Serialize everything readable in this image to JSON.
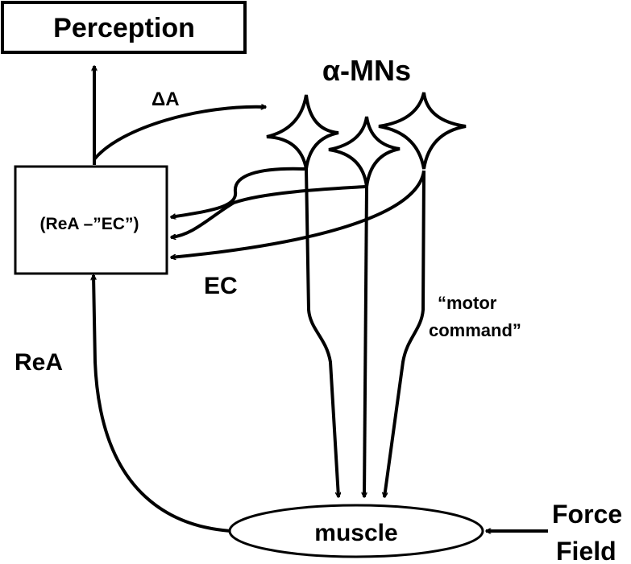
{
  "labels": {
    "perception": "Perception",
    "alpha_mns": "α-MNs",
    "delta_a": "ΔA",
    "comparator": "(ReA –”EC”)",
    "ec": "EC",
    "motor_command_line1": "“motor",
    "motor_command_line2": "command”",
    "rea": "ReA",
    "muscle": "muscle",
    "force_line1": "Force",
    "force_line2": "Field"
  },
  "colors": {
    "stroke": "#000000",
    "background": "#ffffff"
  }
}
